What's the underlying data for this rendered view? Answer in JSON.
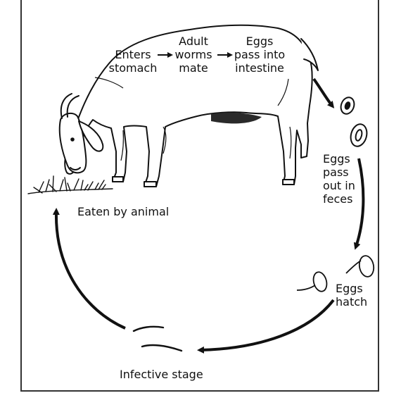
{
  "labels": {
    "enters_stomach": [
      "Enters",
      "stomach"
    ],
    "adult_worms_mate": [
      "Adult",
      "worms",
      "mate"
    ],
    "eggs_into_intestine": [
      "Eggs",
      "pass into",
      "intestine"
    ],
    "eggs_out_feces": [
      "Eggs",
      "pass",
      "out in",
      "feces"
    ],
    "eggs_hatch": [
      "Eggs",
      "hatch"
    ],
    "infective_stage": "Infective stage",
    "eaten_by_animal": "Eaten by animal"
  },
  "colors": {
    "ink": "#111111",
    "frame": "#333333",
    "belly_shade": "#2a2a2a",
    "background": "#ffffff"
  },
  "icons": {
    "animal": "goat-illustration",
    "grass": "grass-tuft",
    "egg": "parasite-egg",
    "hatching": "hatching-larva",
    "larva": "infective-larva"
  }
}
